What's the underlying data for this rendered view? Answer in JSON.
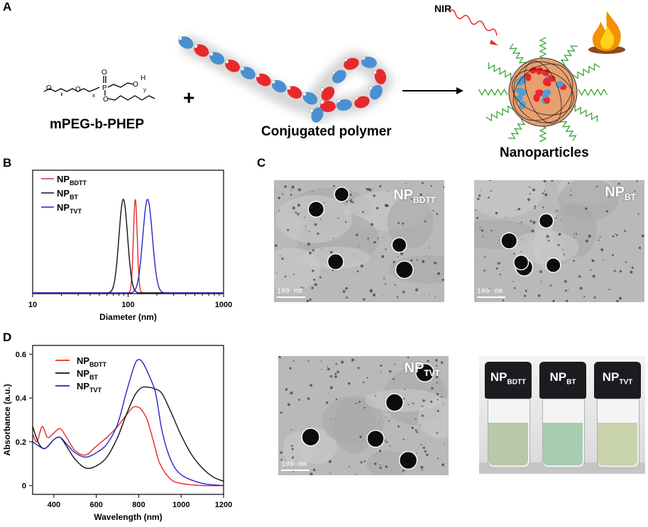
{
  "panel_letters": {
    "a": "A",
    "b": "B",
    "c": "C",
    "d": "D"
  },
  "panel_a": {
    "label_mpeg": "mPEG-b-PHEP",
    "label_polymer": "Conjugated polymer",
    "label_np": "Nanoparticles",
    "label_nir": "NIR",
    "plus": "+",
    "chem": {
      "o1": "O",
      "o2": "O",
      "o3": "O",
      "o4": "O",
      "o5": "O",
      "p": "P",
      "h": "H",
      "x": "x",
      "y": "y"
    }
  },
  "panel_b": {
    "xlabel": "Diameter (nm)",
    "legend": [
      {
        "main": "NP",
        "sub": "BDTT",
        "color": "#e8282b"
      },
      {
        "main": "NP",
        "sub": "BT",
        "color": "#111111"
      },
      {
        "main": "NP",
        "sub": "TVT",
        "color": "#2424c8"
      }
    ]
  },
  "panel_c": {
    "tems": [
      {
        "main": "NP",
        "sub": "BDTT",
        "scale": "100 nm"
      },
      {
        "main": "NP",
        "sub": "BT",
        "scale": "100 nm"
      },
      {
        "main": "NP",
        "sub": "TVT",
        "scale": "100 nm"
      }
    ],
    "vials": [
      {
        "main": "NP",
        "sub": "BDTT",
        "color": "#b7c9a6"
      },
      {
        "main": "NP",
        "sub": "BT",
        "color": "#a7cdb0"
      },
      {
        "main": "NP",
        "sub": "TVT",
        "color": "#c8d2ab"
      }
    ]
  },
  "chart_data": [
    {
      "type": "line",
      "panel": "B",
      "xlabel": "Diameter (nm)",
      "ylabel": "",
      "xscale": "log",
      "xlim": [
        10,
        1000
      ],
      "xticks": [
        "10",
        "100",
        "1000"
      ],
      "series": [
        {
          "name": "NP BDTT",
          "color": "#e8282b",
          "peak": 119,
          "width": 0.02
        },
        {
          "name": "NP BT",
          "color": "#111111",
          "peak": 89,
          "width": 0.045
        },
        {
          "name": "NP TVT",
          "color": "#2424c8",
          "peak": 160,
          "width": 0.05
        }
      ]
    },
    {
      "type": "line",
      "panel": "D",
      "xlabel": "Wavelength (nm)",
      "ylabel": "Absorbance (a.u.)",
      "xlim": [
        300,
        1200
      ],
      "ylim": [
        -0.04,
        0.64
      ],
      "xticks": [
        "400",
        "600",
        "800",
        "1000",
        "1200"
      ],
      "yticks": [
        "0",
        "0.2",
        "0.4",
        "0.6"
      ],
      "series": [
        {
          "name": "NP BDTT",
          "color": "#e8282b",
          "x": [
            300,
            320,
            345,
            370,
            400,
            430,
            460,
            500,
            550,
            600,
            650,
            700,
            740,
            770,
            790,
            810,
            840,
            870,
            900,
            950,
            1000,
            1100,
            1200
          ],
          "y": [
            0.24,
            0.2,
            0.27,
            0.22,
            0.24,
            0.26,
            0.22,
            0.16,
            0.14,
            0.18,
            0.22,
            0.27,
            0.32,
            0.355,
            0.36,
            0.35,
            0.3,
            0.2,
            0.1,
            0.03,
            0.01,
            0.0,
            0.0
          ]
        },
        {
          "name": "NP BT",
          "color": "#111111",
          "x": [
            300,
            330,
            360,
            400,
            430,
            460,
            500,
            550,
            600,
            650,
            700,
            740,
            780,
            810,
            840,
            880,
            910,
            950,
            1000,
            1050,
            1100,
            1150,
            1200
          ],
          "y": [
            0.27,
            0.19,
            0.17,
            0.21,
            0.22,
            0.18,
            0.12,
            0.08,
            0.09,
            0.13,
            0.22,
            0.32,
            0.41,
            0.445,
            0.45,
            0.44,
            0.42,
            0.34,
            0.23,
            0.14,
            0.08,
            0.04,
            0.02
          ]
        },
        {
          "name": "NP TVT",
          "color": "#2424c8",
          "x": [
            300,
            330,
            360,
            400,
            430,
            460,
            500,
            550,
            600,
            650,
            700,
            740,
            780,
            800,
            820,
            850,
            880,
            910,
            950,
            1000,
            1100,
            1200
          ],
          "y": [
            0.2,
            0.18,
            0.17,
            0.21,
            0.22,
            0.19,
            0.15,
            0.13,
            0.15,
            0.19,
            0.28,
            0.42,
            0.55,
            0.575,
            0.56,
            0.5,
            0.42,
            0.25,
            0.12,
            0.05,
            0.01,
            0.0
          ]
        }
      ]
    }
  ]
}
